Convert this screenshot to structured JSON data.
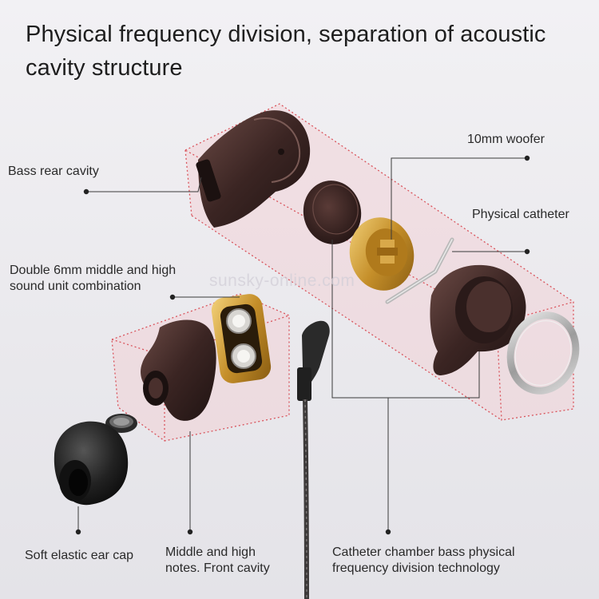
{
  "title": "Physical frequency division, separation of acoustic cavity structure",
  "watermark": "sunsky-online.com",
  "labels": {
    "bass_rear_cavity": "Bass rear cavity",
    "woofer": "10mm woofer",
    "physical_catheter": "Physical catheter",
    "middle_high_unit_line1": "Double 6mm middle and high",
    "middle_high_unit_line2": "sound unit combination",
    "ear_cap": "Soft elastic ear cap",
    "front_cavity_line1": "Middle and high",
    "front_cavity_line2": "notes. Front cavity",
    "catheter_chamber_line1": "Catheter chamber bass physical",
    "catheter_chamber_line2": "frequency division technology"
  },
  "colors": {
    "shell": "#3a2624",
    "gold": "#c58f2a",
    "cavity_fill": "#f4c8cc",
    "cavity_line": "#d9545c",
    "leader_line": "#3a3a3a"
  },
  "icons": [
    "ear-cap-icon",
    "mesh-filter-icon",
    "nozzle-shell-icon",
    "dual-driver-icon",
    "rear-shell-icon",
    "woofer-disc-icon",
    "gold-driver-icon",
    "catheter-tube-icon",
    "front-shell-icon",
    "metal-ring-icon",
    "cable-icon"
  ]
}
